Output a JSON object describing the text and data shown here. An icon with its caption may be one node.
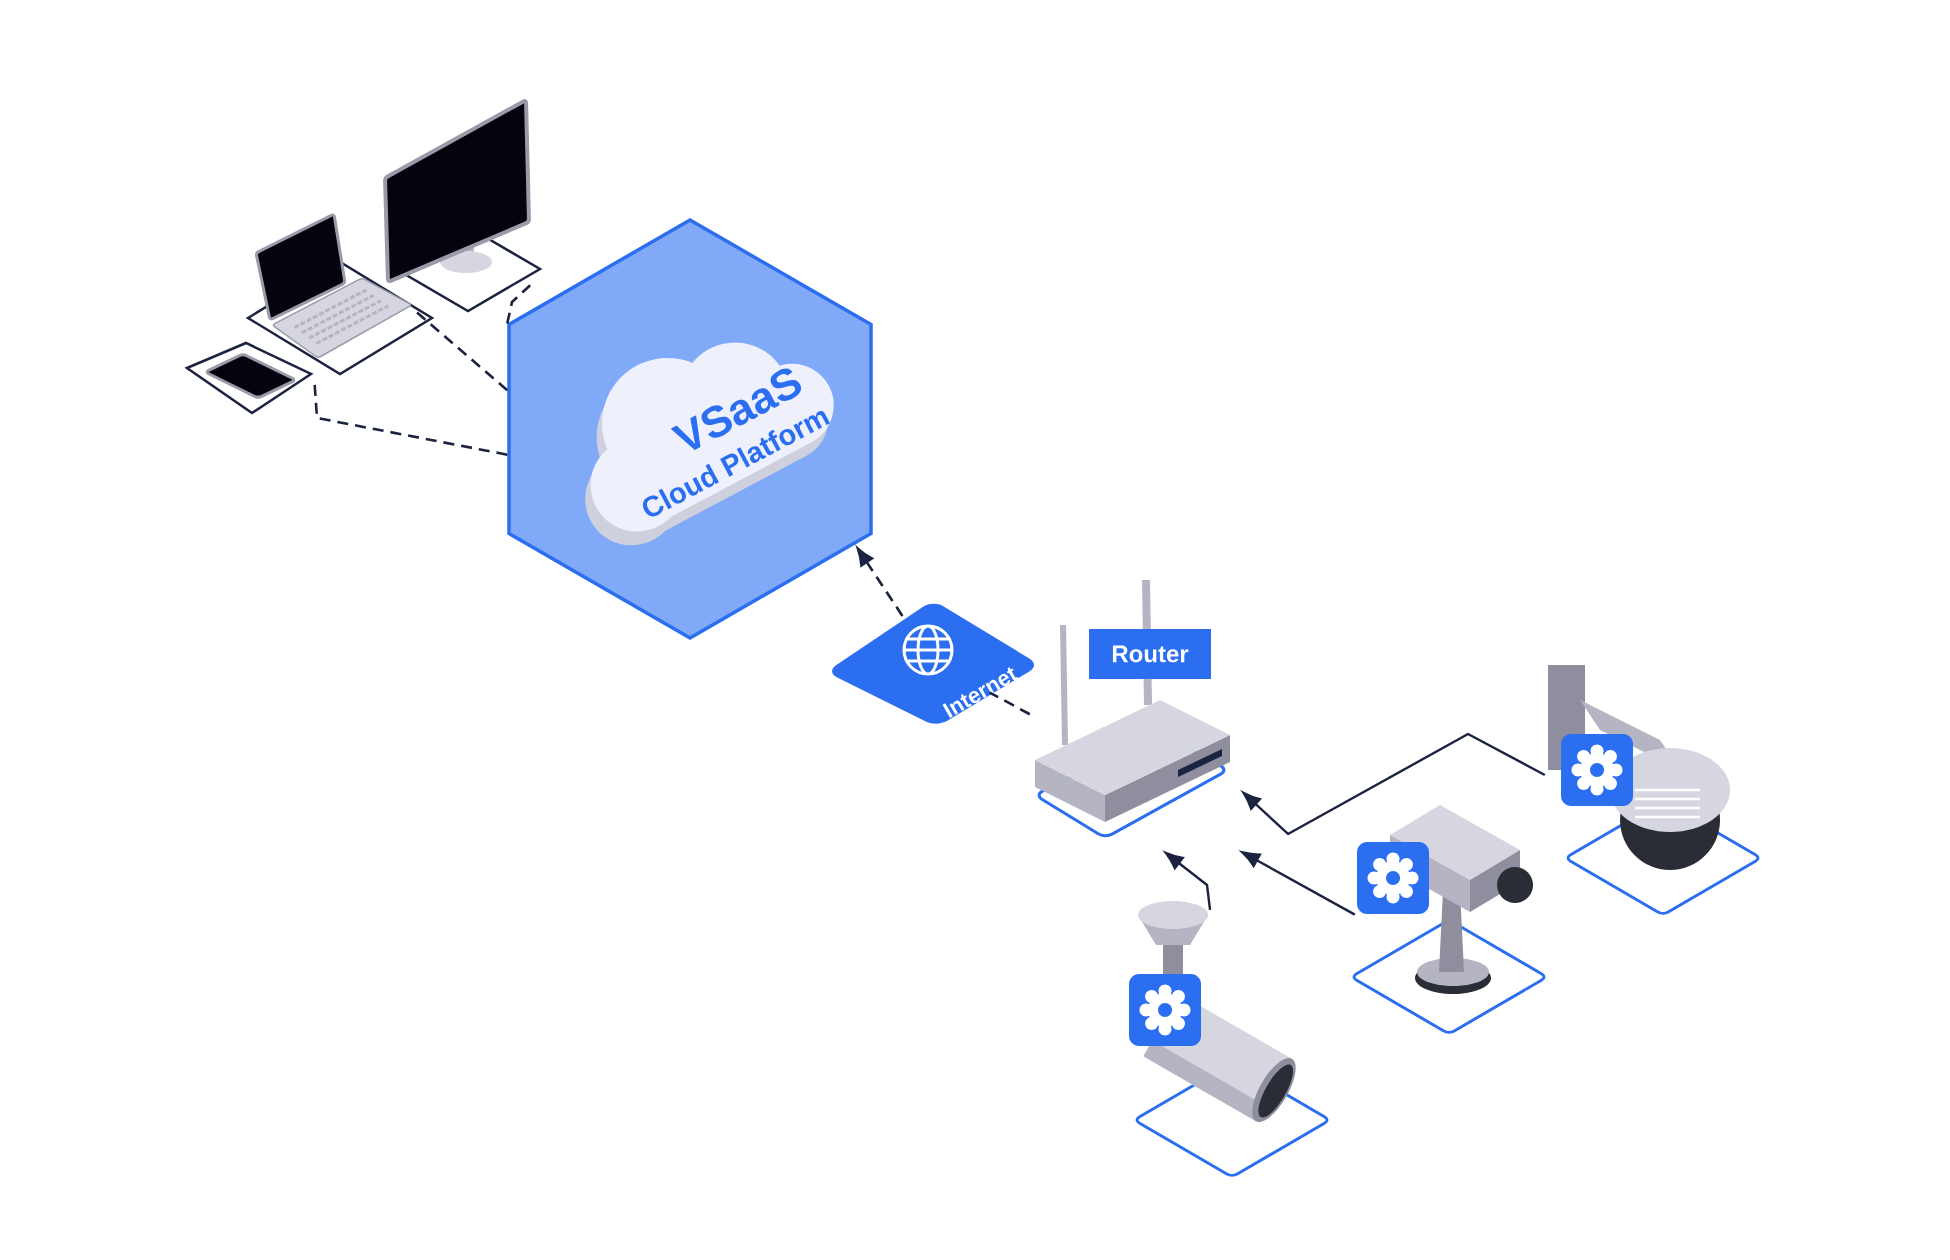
{
  "diagram": {
    "nodes": [
      {
        "text": [],
        "shape": "picture"
      },
      {
        "text": [],
        "shape": "picture"
      },
      {
        "text": [],
        "shape": "picture"
      },
      {
        "text": [
          "VSaaS",
          "Cloud Platform"
        ]
      },
      {
        "text": [
          "Internet"
        ]
      },
      {
        "text": [
          "Router"
        ]
      },
      {
        "text": [],
        "shape": "picture"
      },
      {
        "text": [],
        "shape": "picture"
      },
      {
        "text": [],
        "shape": "picture"
      }
    ],
    "edges": [
      {
        "from": 3,
        "to": 0,
        "arrow": "none",
        "style": "dashed"
      },
      {
        "from": 3,
        "to": 1,
        "arrow": "none",
        "style": "dashed"
      },
      {
        "from": 3,
        "to": 2,
        "arrow": "none",
        "style": "dashed"
      },
      {
        "from": 5,
        "to": 4,
        "arrow": "none",
        "style": "dashed"
      },
      {
        "from": 4,
        "to": 3,
        "arrow": "to",
        "style": "dashed"
      },
      {
        "from": 6,
        "to": 5,
        "arrow": "to"
      },
      {
        "from": 7,
        "to": 5,
        "arrow": "to"
      },
      {
        "from": 8,
        "to": 5,
        "arrow": "to"
      }
    ]
  }
}
